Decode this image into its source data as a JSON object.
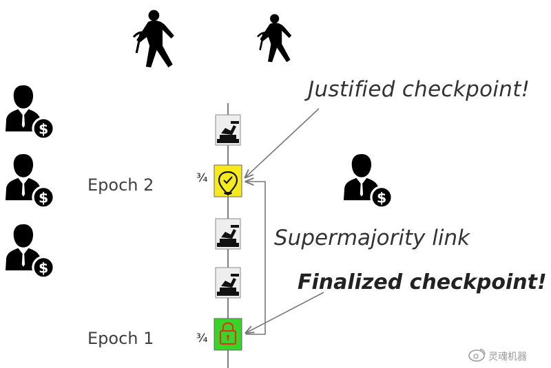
{
  "labels": {
    "epoch_2": "Epoch 2",
    "epoch_1": "Epoch 1",
    "fraction_upper": "¾",
    "fraction_lower": "¾",
    "justified": "Justified checkpoint!",
    "supermajority": "Supermajority link",
    "finalized": "Finalized checkpoint!",
    "watermark": "灵魂机器"
  },
  "icons": {
    "miner": "miner-pickaxe-icon",
    "validator": "businessman-dollar-icon",
    "block": "miner-block-icon",
    "justified_block": "location-check-icon",
    "finalized_block": "padlock-icon"
  },
  "colors": {
    "justified_fill": "#f6ea1e",
    "finalized_fill": "#39d42a",
    "lock_color": "#d9381e",
    "block_fill": "#eeeeee",
    "arrow": "#777777"
  }
}
